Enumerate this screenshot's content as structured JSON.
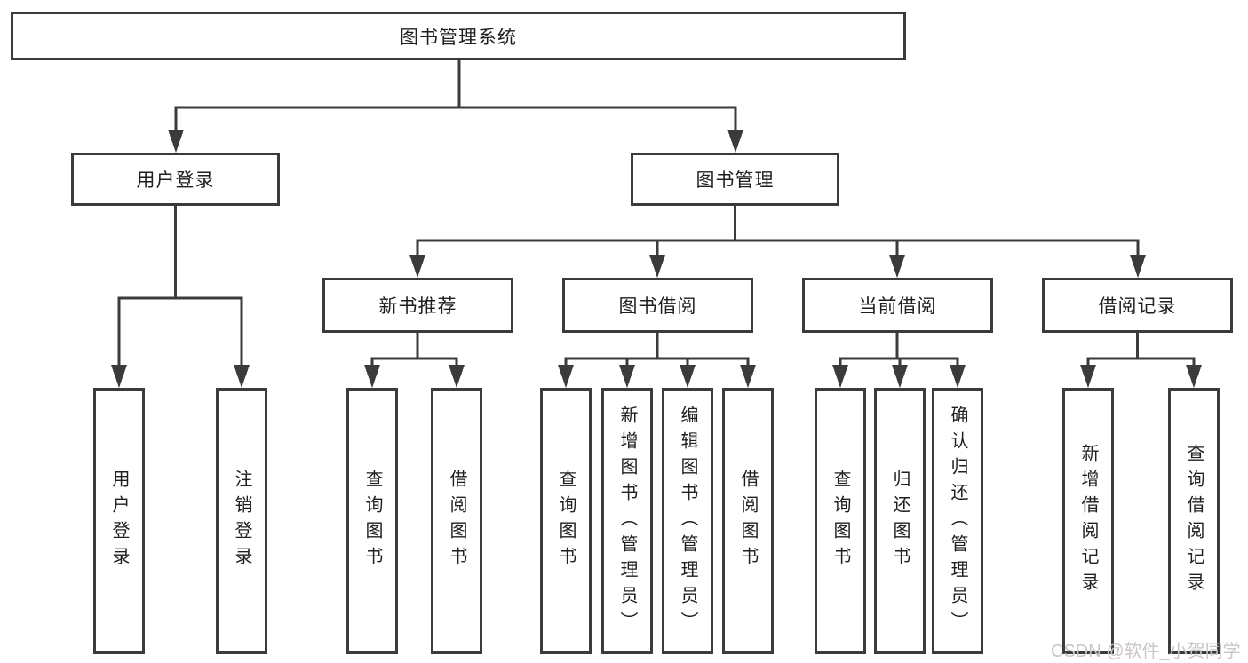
{
  "tree": {
    "label": "图书管理系统",
    "children": [
      {
        "label": "用户登录",
        "children": [
          {
            "label": "用户登录"
          },
          {
            "label": "注销登录"
          }
        ]
      },
      {
        "label": "图书管理",
        "children": [
          {
            "label": "新书推荐",
            "children": [
              {
                "label": "查询图书"
              },
              {
                "label": "借阅图书"
              }
            ]
          },
          {
            "label": "图书借阅",
            "children": [
              {
                "label": "查询图书"
              },
              {
                "label": "新增图书（管理员）"
              },
              {
                "label": "编辑图书（管理员）"
              },
              {
                "label": "借阅图书"
              }
            ]
          },
          {
            "label": "当前借阅",
            "children": [
              {
                "label": "查询图书"
              },
              {
                "label": "归还图书"
              },
              {
                "label": "确认归还（管理员）"
              }
            ]
          },
          {
            "label": "借阅记录",
            "children": [
              {
                "label": "新增借阅记录"
              },
              {
                "label": "查询借阅记录"
              }
            ]
          }
        ]
      }
    ]
  },
  "watermark": {
    "text": "CSDN @软件_小贺同学"
  },
  "colors": {
    "line": "#3b3b3b",
    "box_border": "#3b3b3b",
    "box_fill": "#ffffff",
    "text": "#1f1f1f",
    "watermark": "#cbc5c5",
    "background": "#ffffff"
  }
}
